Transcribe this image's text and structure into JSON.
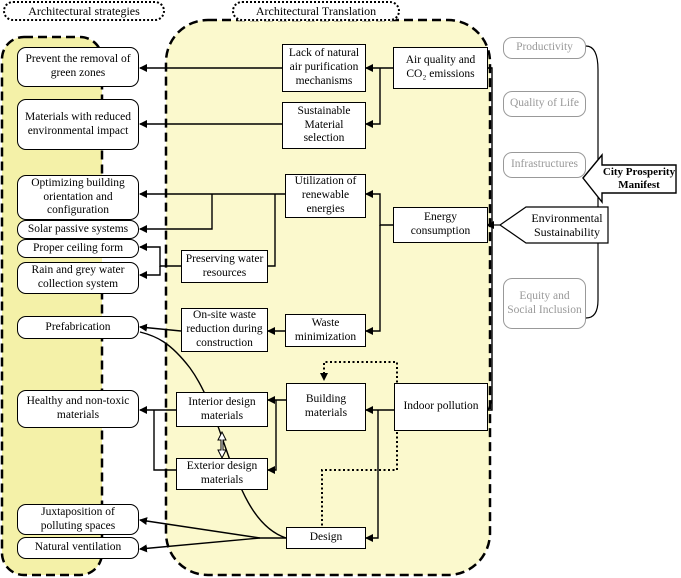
{
  "headers": {
    "left": "Architectural strategies",
    "right": "Architectural Translation"
  },
  "strategies": [
    "Prevent the removal of green zones",
    "Materials with reduced environmental impact",
    "Optimizing building orientation and configuration",
    "Solar passive systems",
    "Proper ceiling form",
    "Rain and grey water collection system",
    "Prefabrication",
    "Healthy and non-toxic materials",
    "Juxtaposition of polluting spaces",
    "Natural ventilation"
  ],
  "translation": {
    "lack_air": "Lack of natural air purification mechanisms",
    "sustainable_material": "Sustainable Material selection",
    "renewable": "Utilization of renewable energies",
    "water": "Preserving water resources",
    "onsite_waste": "On-site waste reduction during construction",
    "waste_min": "Waste minimization",
    "interior": "Interior design materials",
    "exterior": "Exterior design materials",
    "building_materials": "Building materials",
    "design": "Design"
  },
  "issues": {
    "air_quality": "Air quality and CO₂ emissions",
    "energy": "Energy consumption",
    "indoor": "Indoor pollution"
  },
  "prosperity": [
    "Productivity",
    "Quality of Life",
    "Infrastructures",
    "Environmental Sustainability",
    "Equity and Social Inclusion"
  ],
  "city_manifest": "City Prosperity Manifest",
  "colors": {
    "yellow_left": "#f4f1a8",
    "yellow_right": "#fbf9cd",
    "grey_text": "#999999"
  }
}
